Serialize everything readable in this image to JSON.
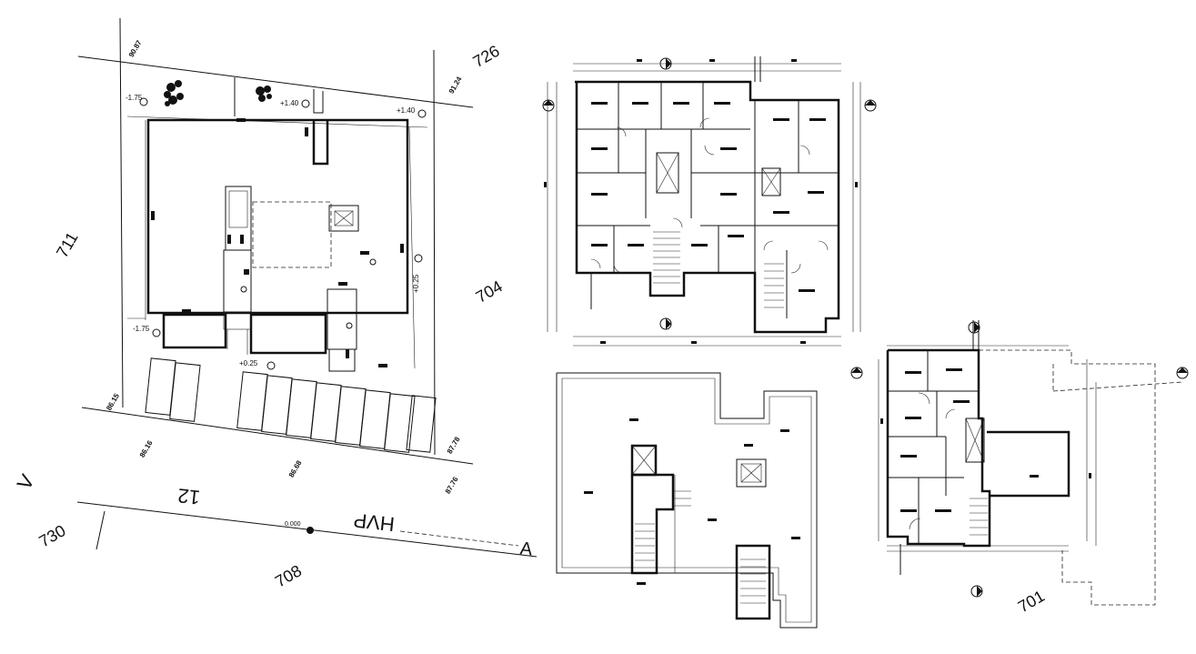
{
  "site": {
    "plot_numbers": [
      "711",
      "726",
      "704",
      "730",
      "708",
      "701"
    ],
    "street_number": "12",
    "street_label": "ΗVP",
    "corner_marker_left": "V",
    "corner_marker_right": "A",
    "elevations": {
      "top_left_corner": "90.87",
      "top_right_corner": "91.24",
      "left_mid": "86.15",
      "bottom_left": "86.16",
      "bottom_mid": "86.68",
      "bottom_right": "87.78",
      "bottom_right_low": "87.76",
      "road": "0.000"
    },
    "levels": {
      "garden_left": "-1.75",
      "garden_mid": "+1.40",
      "garden_right": "+1.40",
      "east_side": "+0.25",
      "entrance_left": "-1.75",
      "entrance": "+0.25"
    }
  }
}
